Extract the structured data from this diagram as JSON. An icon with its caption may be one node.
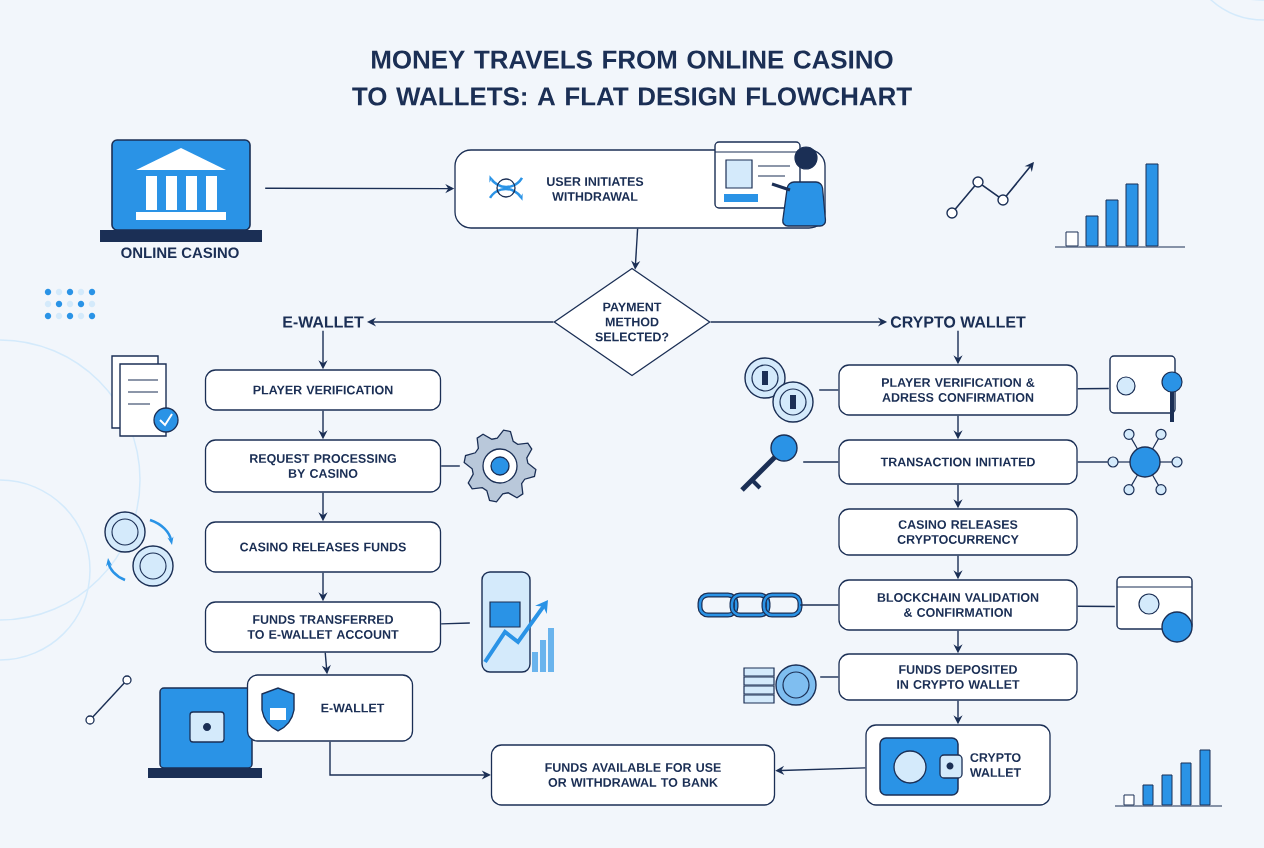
{
  "diagram": {
    "title": "MONEY TRAVELS FROM ONLINE CASINO TO WALLETS: A FLAT DESIGN FLOWCHART",
    "nodes": [
      {
        "text": [
          "ONLINE CASINO"
        ]
      },
      {
        "text": [
          "USER INITIATES WITHDRAWAL"
        ]
      },
      {
        "text": [
          "PAYMENT METHOD SELECTED?"
        ]
      },
      {
        "text": [
          "E-WALLET"
        ]
      },
      {
        "text": [
          "PLAYER VERIFICATION"
        ]
      },
      {
        "text": [
          "REQUEST PROCESSING BY CASINO"
        ]
      },
      {
        "text": [
          "CASINO RELEASES FUNDS"
        ]
      },
      {
        "text": [
          "FUNDS TRANSFERRED TO E-WALLET ACCOUNT"
        ]
      },
      {
        "text": [
          "E-WALLET"
        ]
      },
      {
        "text": [
          "CRYPTO WALLET"
        ]
      },
      {
        "text": [
          "PLAYER VERIFICATION & ADRESS CONFIRMATION"
        ]
      },
      {
        "text": [
          "TRANSACTION INITIATED"
        ]
      },
      {
        "text": [
          "CASINO RELEASES CRYPTOCURRENCY"
        ]
      },
      {
        "text": [
          "BLOCKCHAIN VALIDATION & CONFIRMATION"
        ]
      },
      {
        "text": [
          "FUNDS DEPOSITED IN CRYPTO WALLET"
        ]
      },
      {
        "text": [
          "CRYPTO WALLET"
        ]
      },
      {
        "text": [
          "FUNDS AVAILABLE FOR USE OR WITHDRAWAL TO BANK"
        ]
      },
      {
        "text": [],
        "shape": "picture"
      },
      {
        "text": [],
        "shape": "picture"
      },
      {
        "text": [],
        "shape": "picture"
      },
      {
        "text": [],
        "shape": "picture"
      },
      {
        "text": [],
        "shape": "picture"
      },
      {
        "text": [],
        "shape": "picture"
      },
      {
        "text": [],
        "shape": "picture"
      },
      {
        "text": [],
        "shape": "picture"
      },
      {
        "text": [],
        "shape": "picture"
      }
    ],
    "edges": [
      {
        "from": 0,
        "to": 1,
        "arrow": "to"
      },
      {
        "from": 1,
        "to": 2,
        "arrow": "to"
      },
      {
        "from": 2,
        "to": 3,
        "arrow": "to"
      },
      {
        "from": 2,
        "to": 9,
        "arrow": "to"
      },
      {
        "from": 3,
        "to": 4,
        "arrow": "to"
      },
      {
        "from": 4,
        "to": 5,
        "arrow": "to"
      },
      {
        "from": 5,
        "to": 6,
        "arrow": "to"
      },
      {
        "from": 6,
        "to": 7,
        "arrow": "to"
      },
      {
        "from": 7,
        "to": 8,
        "arrow": "to"
      },
      {
        "from": 8,
        "to": 16,
        "arrow": "to"
      },
      {
        "from": 9,
        "to": 10,
        "arrow": "to"
      },
      {
        "from": 10,
        "to": 11,
        "arrow": "to"
      },
      {
        "from": 11,
        "to": 12,
        "arrow": "to"
      },
      {
        "from": 12,
        "to": 13,
        "arrow": "to"
      },
      {
        "from": 13,
        "to": 14,
        "arrow": "to"
      },
      {
        "from": 14,
        "to": 15,
        "arrow": "to"
      },
      {
        "from": 15,
        "to": 16,
        "arrow": "to"
      },
      {
        "from": 5,
        "to": 17,
        "arrow": "none"
      },
      {
        "from": 7,
        "to": 18,
        "arrow": "none"
      },
      {
        "from": 10,
        "to": 19,
        "arrow": "none"
      },
      {
        "from": 10,
        "to": 20,
        "arrow": "none"
      },
      {
        "from": 11,
        "to": 21,
        "arrow": "none"
      },
      {
        "from": 11,
        "to": 22,
        "arrow": "none"
      },
      {
        "from": 13,
        "to": 23,
        "arrow": "none"
      },
      {
        "from": 13,
        "to": 24,
        "arrow": "none"
      },
      {
        "from": 14,
        "to": 25,
        "arrow": "none"
      }
    ]
  }
}
